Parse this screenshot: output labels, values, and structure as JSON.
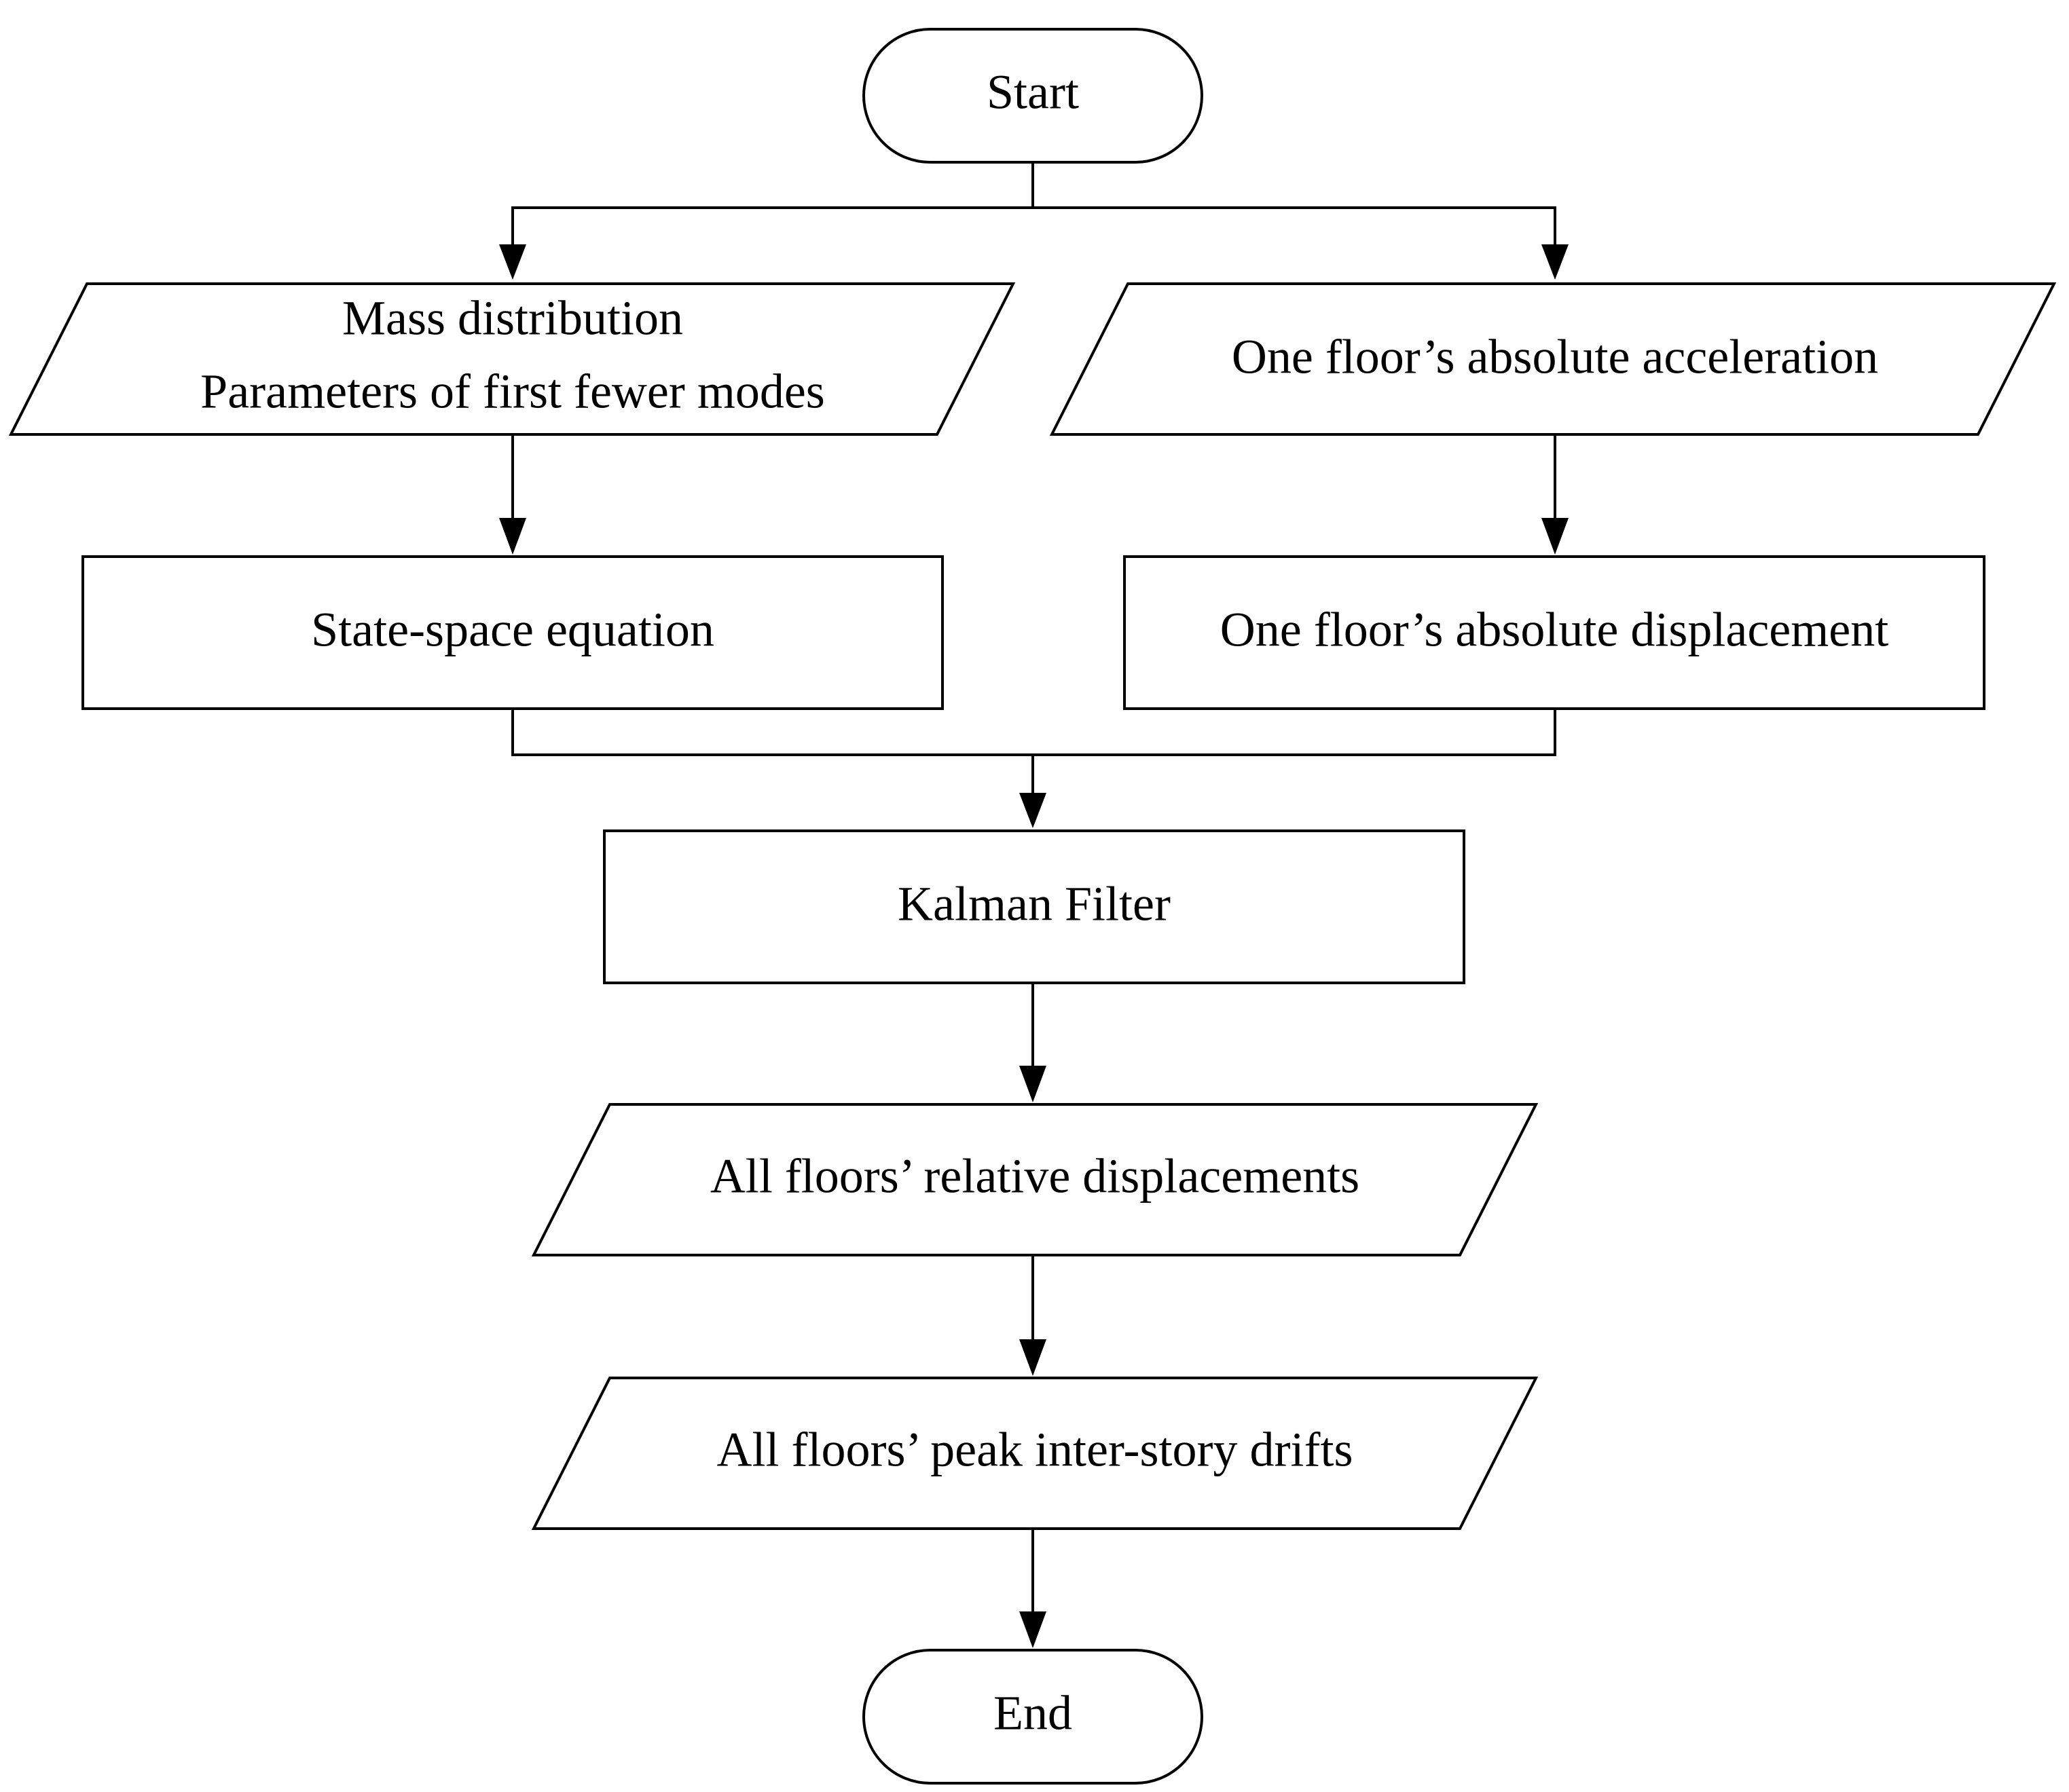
{
  "flowchart": {
    "start": "Start",
    "mass_distribution": "Mass distribution",
    "parameters_modes": "Parameters of first fewer modes",
    "one_floor_acceleration": "One floor’s absolute acceleration",
    "state_space_equation": "State-space equation",
    "one_floor_displacement": "One floor’s absolute displacement",
    "kalman_filter": "Kalman Filter",
    "relative_displacements": "All floors’ relative displacements",
    "peak_drifts": "All floors’ peak inter-story drifts",
    "end": "End"
  }
}
